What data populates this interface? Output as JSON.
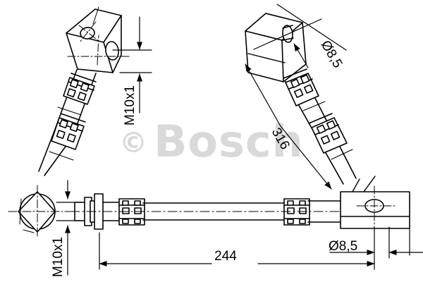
{
  "document": {
    "type": "technical-drawing",
    "subject": "brake-hose",
    "watermark": {
      "symbol": "©",
      "brand": "Bosch"
    }
  },
  "dimensions": {
    "thread_upper": "M10x1",
    "thread_lower": "M10x1",
    "length_diagonal": "316",
    "length_horizontal": "244",
    "bore_upper": "Ø8,5",
    "bore_lower": "Ø8,5"
  },
  "labels": [
    {
      "name": "thread-upper-left",
      "text": "M10x1"
    },
    {
      "name": "thread-lower-left",
      "text": "M10x1"
    },
    {
      "name": "length-316",
      "text": "316"
    },
    {
      "name": "length-244",
      "text": "244"
    },
    {
      "name": "bore-upper-right",
      "text": "Ø8,5"
    },
    {
      "name": "bore-lower-right",
      "text": "Ø8,5"
    }
  ],
  "colors": {
    "line": "#000000",
    "background": "#ffffff",
    "watermark": "#d9d9d9"
  }
}
